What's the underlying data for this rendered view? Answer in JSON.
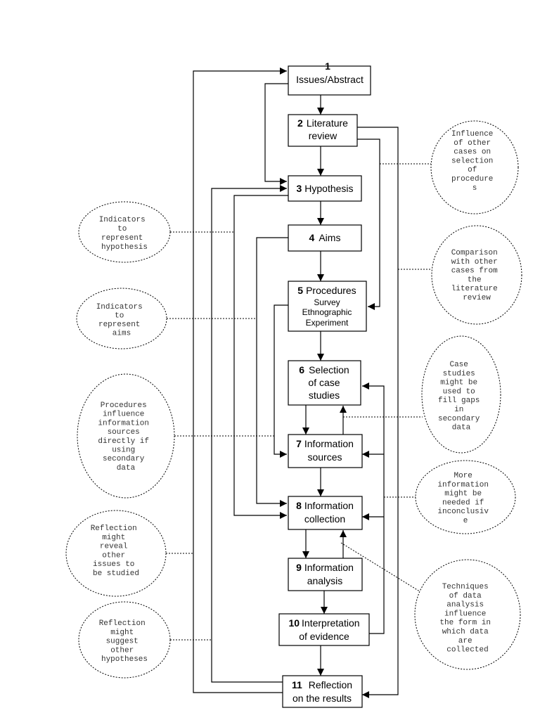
{
  "steps": [
    {
      "num": "1",
      "lines": [
        "Issues/Abstract"
      ]
    },
    {
      "num": "2",
      "lines": [
        "Literature",
        "review"
      ]
    },
    {
      "num": "3",
      "lines": [
        "Hypothesis"
      ]
    },
    {
      "num": "4",
      "lines": [
        "Aims"
      ]
    },
    {
      "num": "5",
      "lines": [
        "Procedures"
      ],
      "sub": [
        "Survey",
        "Ethnographic",
        "Experiment"
      ]
    },
    {
      "num": "6",
      "lines": [
        "Selection",
        "of case",
        "studies"
      ]
    },
    {
      "num": "7",
      "lines": [
        "Information",
        "sources"
      ]
    },
    {
      "num": "8",
      "lines": [
        "Information",
        "collection"
      ]
    },
    {
      "num": "9",
      "lines": [
        "Information",
        "analysis"
      ]
    },
    {
      "num": "10",
      "lines": [
        "Interpretation",
        "of evidence"
      ]
    },
    {
      "num": "11",
      "lines": [
        "Reflection",
        "on the results"
      ]
    }
  ],
  "notes": {
    "left": [
      {
        "lines": [
          "Indicators",
          "to",
          "represent",
          "hypothesis"
        ]
      },
      {
        "lines": [
          "Indicators",
          "to",
          "represent",
          "aims"
        ]
      },
      {
        "lines": [
          "Procedures",
          "influence",
          "information",
          "sources",
          "directly if",
          "using",
          "secondary",
          "data"
        ]
      },
      {
        "lines": [
          "Reflection",
          "might",
          "reveal",
          "other",
          "issues to",
          "be studied"
        ]
      },
      {
        "lines": [
          "Reflection",
          "might",
          "suggest",
          "other",
          "hypotheses"
        ]
      }
    ],
    "right": [
      {
        "lines": [
          "Influence",
          "of other",
          "cases on",
          "selection",
          "of",
          "procedure",
          "s"
        ]
      },
      {
        "lines": [
          "Comparison",
          "with other",
          "cases from",
          "the",
          "literature",
          "review"
        ]
      },
      {
        "lines": [
          "Case",
          "studies",
          "might be",
          "used to",
          "fill gaps",
          "in",
          "secondary",
          "data"
        ]
      },
      {
        "lines": [
          "More",
          "information",
          "might be",
          "needed if",
          "inconclusiv",
          "e"
        ]
      },
      {
        "lines": [
          "Techniques",
          "of data",
          "analysis",
          "influence",
          "the form in",
          "which data",
          "are",
          "collected"
        ]
      }
    ]
  }
}
